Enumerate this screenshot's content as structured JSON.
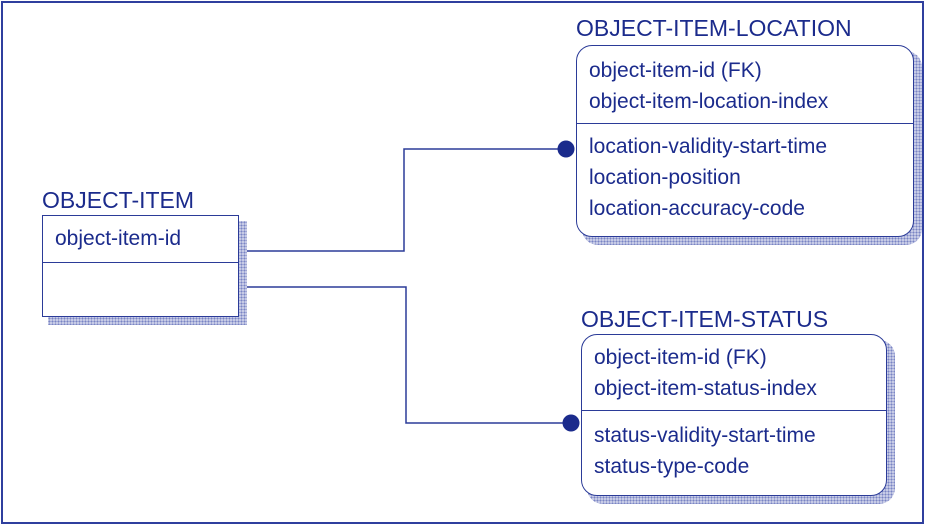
{
  "entities": {
    "object_item": {
      "title": "OBJECT-ITEM",
      "key_attributes": [
        "object-item-id"
      ],
      "attributes": []
    },
    "object_item_location": {
      "title": "OBJECT-ITEM-LOCATION",
      "key_attributes": [
        "object-item-id (FK)",
        "object-item-location-index"
      ],
      "attributes": [
        "location-validity-start-time",
        "location-position",
        "location-accuracy-code"
      ]
    },
    "object_item_status": {
      "title": "OBJECT-ITEM-STATUS",
      "key_attributes": [
        "object-item-id (FK)",
        "object-item-status-index"
      ],
      "attributes": [
        "status-validity-start-time",
        "status-type-code"
      ]
    }
  },
  "relationships": [
    {
      "from": "OBJECT-ITEM",
      "to": "OBJECT-ITEM-LOCATION",
      "end_symbol": "filled-dot"
    },
    {
      "from": "OBJECT-ITEM",
      "to": "OBJECT-ITEM-STATUS",
      "end_symbol": "filled-dot"
    }
  ],
  "colors": {
    "line": "#2b3b98",
    "text": "#1b2b8c",
    "shadow": "#c7cbe6"
  }
}
